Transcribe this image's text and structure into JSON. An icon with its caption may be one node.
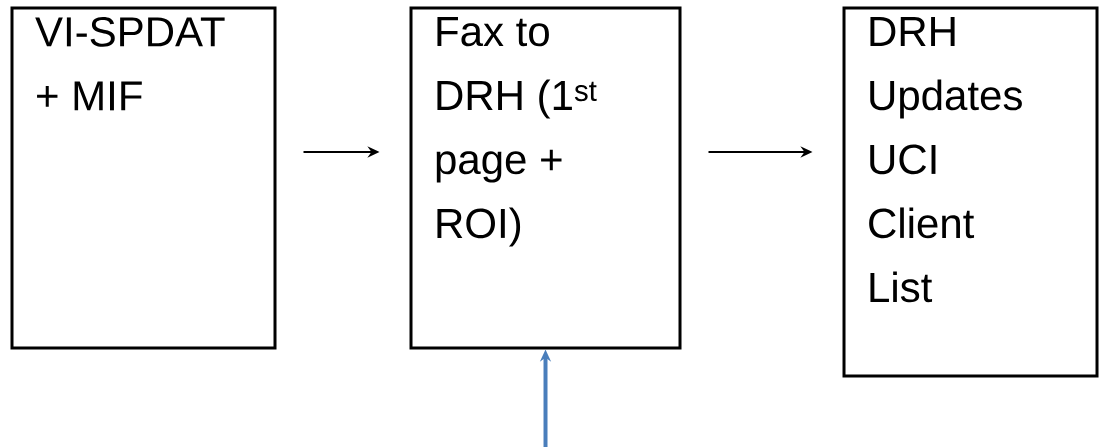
{
  "diagram": {
    "nodes": [
      {
        "text": [
          "VI-SPDAT + MIF"
        ]
      },
      {
        "text": [
          "Fax to DRH (1$^{st}$ page + ROI)"
        ]
      },
      {
        "text": [
          "DRH Updates UCI Client List"
        ]
      }
    ],
    "edges": [
      {
        "from": 0,
        "to": 1,
        "arrow": "to"
      },
      {
        "from": 1,
        "to": 2,
        "arrow": "to"
      },
      {
        "from": null,
        "to": 1,
        "arrow": "to",
        "style": "thick",
        "color": "#4a7ebb"
      }
    ]
  }
}
